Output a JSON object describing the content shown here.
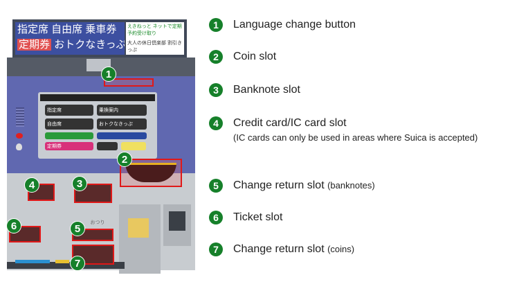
{
  "machine": {
    "sign": {
      "line1": "指定席 自由席 乗車券",
      "line2_red": "定期券",
      "line2": "おトクなきっぷ",
      "right_top": "えきねっと ネットで定期 予約受け取り",
      "right_bottom": "大人の休日倶楽部 割引きっぷ"
    },
    "screen_buttons": [
      "指定席",
      "乗換案内",
      "自由席",
      "おトクなきっぷ",
      "定期券"
    ],
    "change_label": "おつり"
  },
  "markers": [
    "1",
    "2",
    "3",
    "4",
    "5",
    "6",
    "7"
  ],
  "legend": [
    {
      "num": "1",
      "label": "Language change button",
      "suffix": ""
    },
    {
      "num": "2",
      "label": "Coin slot",
      "suffix": ""
    },
    {
      "num": "3",
      "label": "Banknote slot",
      "suffix": ""
    },
    {
      "num": "4",
      "label": "Credit card/IC card slot",
      "suffix": "",
      "note": "(IC cards can only be used in areas where Suica is accepted)"
    },
    {
      "num": "5",
      "label": "Change return slot",
      "suffix": "(banknotes)"
    },
    {
      "num": "6",
      "label": "Ticket slot",
      "suffix": ""
    },
    {
      "num": "7",
      "label": "Change return slot",
      "suffix": "(coins)"
    }
  ],
  "colors": {
    "marker": "#16802a",
    "highlight": "#e01818",
    "panel": "#6068b0"
  }
}
